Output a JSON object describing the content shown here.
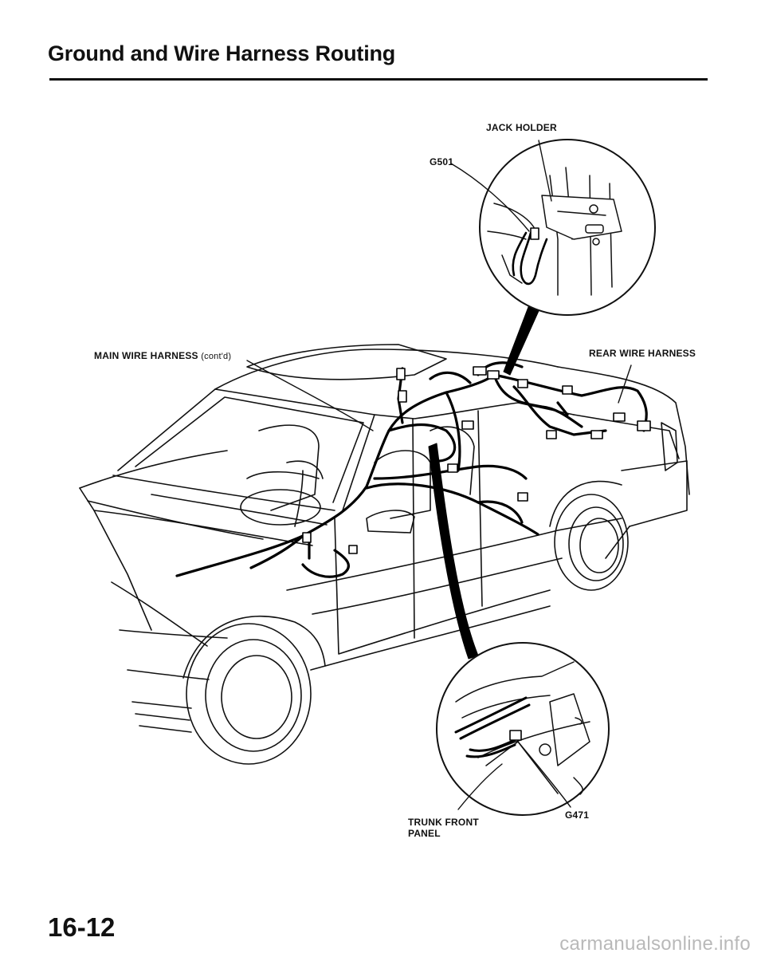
{
  "header": {
    "title": "Ground and Wire Harness Routing"
  },
  "labels": {
    "jack_holder": "JACK HOLDER",
    "g501": "G501",
    "main_wire_harness": "MAIN WIRE HARNESS",
    "main_wire_harness_suffix": "(cont'd)",
    "rear_wire_harness": "REAR WIRE HARNESS",
    "g471": "G471",
    "trunk_front_panel_line1": "TRUNK FRONT",
    "trunk_front_panel_line2": "PANEL"
  },
  "footer": {
    "page_number": "16-12",
    "watermark": "carmanualsonline.info"
  }
}
